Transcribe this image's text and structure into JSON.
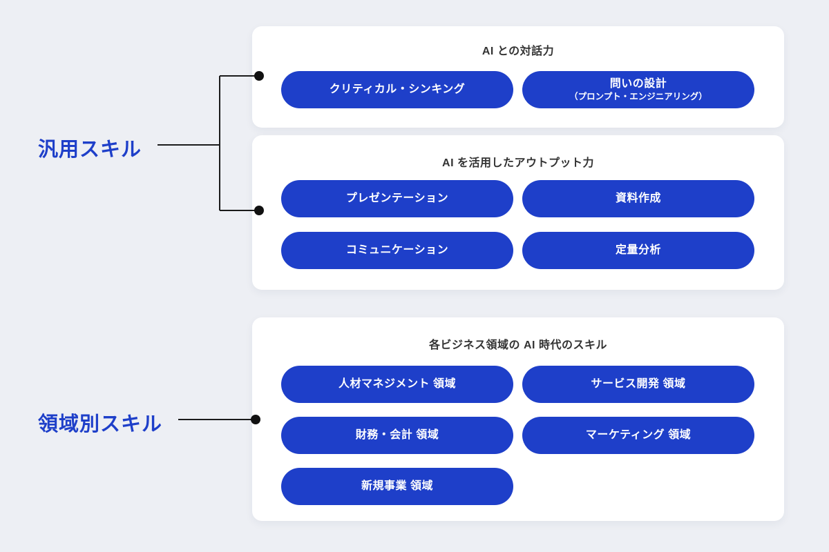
{
  "side_labels": {
    "general": "汎用スキル",
    "domain": "領域別スキル"
  },
  "cards": [
    {
      "title": "AI との対話力",
      "pills": [
        {
          "label": "クリティカル・シンキング"
        },
        {
          "label": "問いの設計",
          "sub": "（プロンプト・エンジニアリング）"
        }
      ]
    },
    {
      "title": "AI を活用したアウトプット力",
      "pills": [
        {
          "label": "プレゼンテーション"
        },
        {
          "label": "資料作成"
        },
        {
          "label": "コミュニケーション"
        },
        {
          "label": "定量分析"
        }
      ]
    },
    {
      "title": "各ビジネス領域の AI 時代のスキル",
      "pills": [
        {
          "label": "人材マネジメント 領域"
        },
        {
          "label": "サービス開発 領域"
        },
        {
          "label": "財務・会計 領域"
        },
        {
          "label": "マーケティング 領域"
        },
        {
          "label": "新規事業 領域"
        }
      ]
    }
  ],
  "colors": {
    "background": "#EDEFF4",
    "card": "#FFFFFF",
    "pill": "#1E3FC9",
    "pill_text": "#FFFFFF",
    "side_label": "#1E3FC9",
    "card_title": "#333333",
    "connector": "#1A1A1A"
  }
}
